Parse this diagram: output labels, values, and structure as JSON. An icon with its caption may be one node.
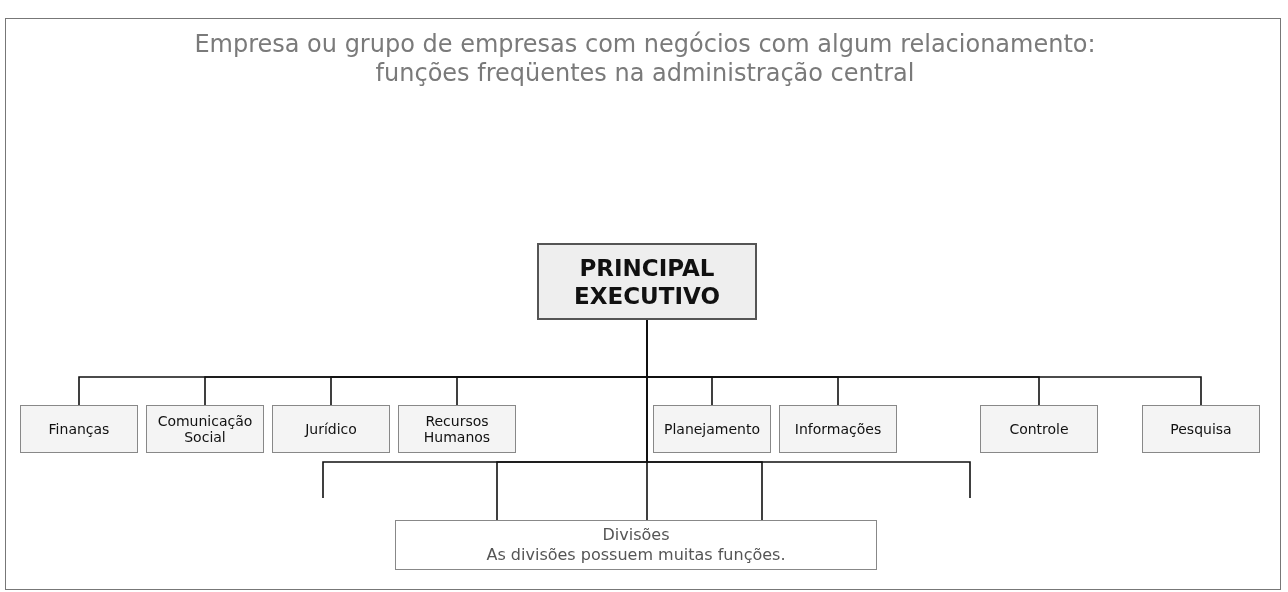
{
  "diagram": {
    "title": "Empresa ou grupo de empresas com negócios com algum relacionamento: funções freqüentes na administração central",
    "nodes": [
      {
        "text": [
          "PRINCIPAL EXECUTIVO"
        ]
      },
      {
        "text": [
          "Finanças"
        ]
      },
      {
        "text": [
          "Comunicação Social"
        ]
      },
      {
        "text": [
          "Jurídico"
        ]
      },
      {
        "text": [
          "Recursos Humanos"
        ]
      },
      {
        "text": [
          "Planejamento"
        ]
      },
      {
        "text": [
          "Informações"
        ]
      },
      {
        "text": [
          "Controle"
        ]
      },
      {
        "text": [
          "Pesquisa"
        ]
      },
      {
        "text": [
          "Divisões",
          "As divisões possuem muitas funções."
        ]
      }
    ],
    "edges": [
      {
        "from": 0,
        "to": 1,
        "arrow": "none"
      },
      {
        "from": 0,
        "to": 2,
        "arrow": "none"
      },
      {
        "from": 0,
        "to": 3,
        "arrow": "none"
      },
      {
        "from": 0,
        "to": 4,
        "arrow": "none"
      },
      {
        "from": 0,
        "to": 5,
        "arrow": "none"
      },
      {
        "from": 0,
        "to": 6,
        "arrow": "none"
      },
      {
        "from": 0,
        "to": 7,
        "arrow": "none"
      },
      {
        "from": 0,
        "to": 8,
        "arrow": "none"
      },
      {
        "from": 0,
        "to": 9,
        "arrow": "none"
      },
      {
        "from": 0,
        "to": null,
        "arrow": "none"
      },
      {
        "from": 0,
        "to": null,
        "arrow": "none"
      }
    ]
  }
}
